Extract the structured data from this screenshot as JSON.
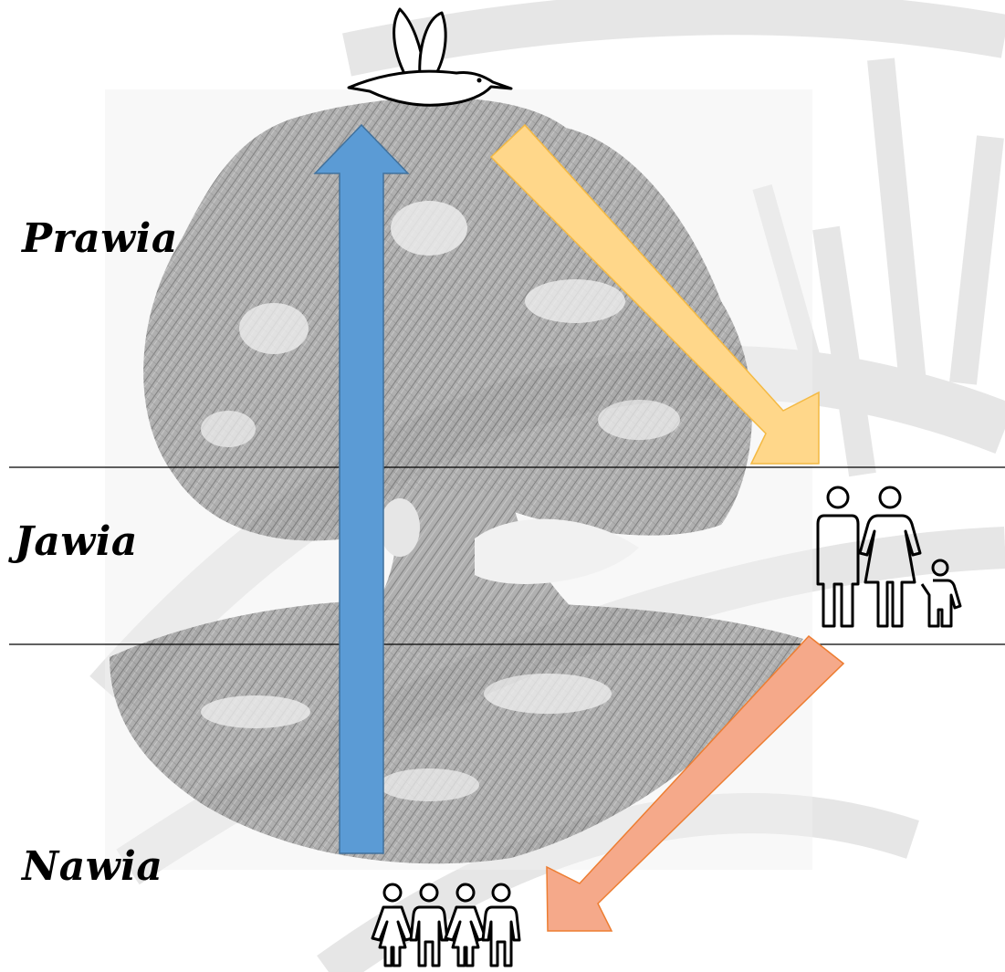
{
  "realms": {
    "upper": "Prawia",
    "middle": "Jawia",
    "lower": "Nawia"
  },
  "icons": {
    "top": "bird-icon",
    "middle": "family-icon",
    "bottom": "children-group-icon",
    "background": "tree-sketch",
    "watermark": "sun-watermark"
  },
  "colors": {
    "arrow_up": "#5b9bd5",
    "arrow_up_stroke": "#41719c",
    "arrow_down_right": "#ffd78a",
    "arrow_down_right_stroke": "#f4b942",
    "arrow_down_left": "#f5a98a",
    "arrow_down_left_stroke": "#ed7d31",
    "divider": "#000000",
    "tree": "#8a8a8a",
    "watermark": "#e6e6e6"
  }
}
